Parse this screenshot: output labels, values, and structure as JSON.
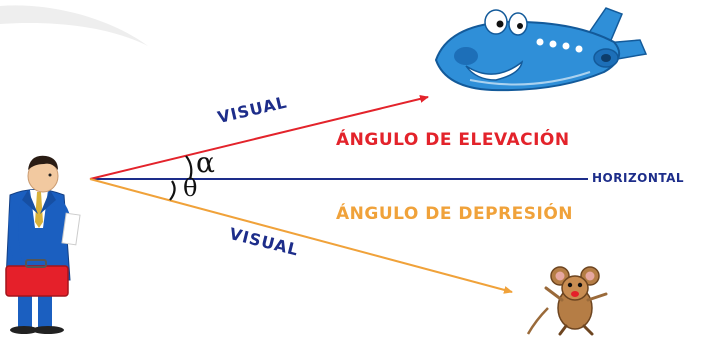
{
  "labels": {
    "sight_line_upper": "VISUAL",
    "sight_line_lower": "VISUAL",
    "elevation_angle": "ÁNGULO DE ELEVACIÓN",
    "depression_angle": "ÁNGULO DE DEPRESIÓN",
    "horizontal": "HORIZONTAL",
    "elevation_symbol": "α",
    "depression_symbol": "θ"
  },
  "colors": {
    "elevation_line": "#e3232b",
    "horizontal_line": "#1d2d8a",
    "depression_line": "#f0a23a",
    "text_blue": "#1d2d8a",
    "plane_body": "#2f8fd8",
    "suit": "#1b5fc0",
    "briefcase": "#e5202a",
    "mouse": "#9a6a3a"
  },
  "icons": {
    "observer": "businessman-illustration",
    "elevated_object": "cartoon-airplane-illustration",
    "depressed_object": "cartoon-mouse-illustration"
  }
}
